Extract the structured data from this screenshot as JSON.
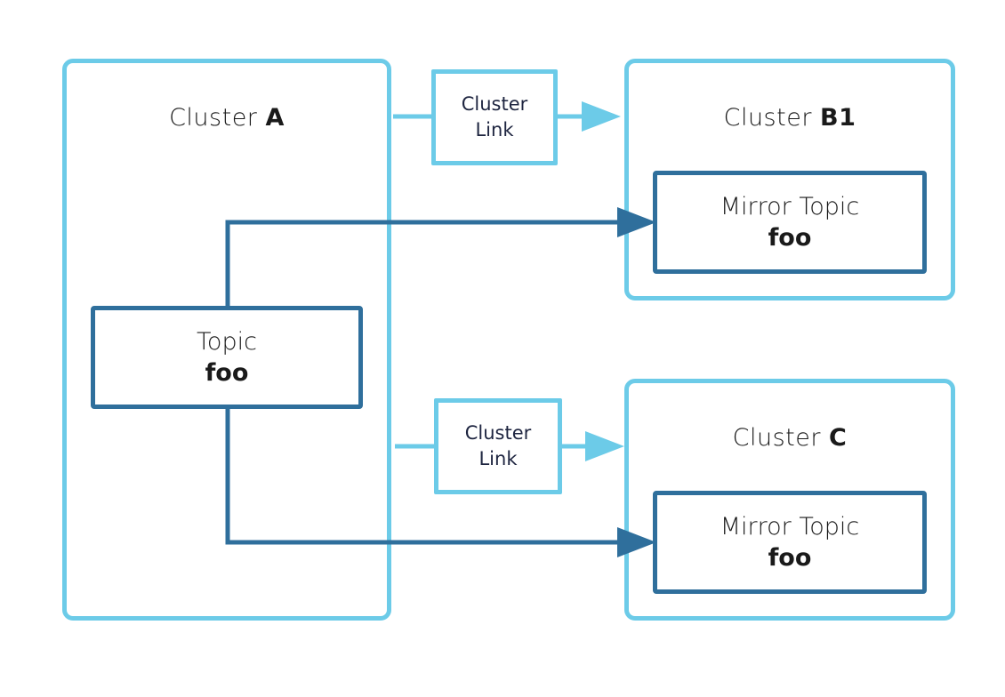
{
  "clusters": {
    "a": {
      "prefix": "Cluster",
      "name": "A"
    },
    "b1": {
      "prefix": "Cluster",
      "name": "B1"
    },
    "c": {
      "prefix": "Cluster",
      "name": "C"
    }
  },
  "links": {
    "top": {
      "line1": "Cluster",
      "line2": "Link"
    },
    "bottom": {
      "line1": "Cluster",
      "line2": "Link"
    }
  },
  "source_topic": {
    "label": "Topic",
    "name": "foo"
  },
  "mirror_topics": {
    "b1": {
      "label": "Mirror Topic",
      "name": "foo"
    },
    "c": {
      "label": "Mirror Topic",
      "name": "foo"
    }
  },
  "colors": {
    "cluster_border": "#6ccbe8",
    "topic_border": "#2f6f9c",
    "link_arrow": "#6ccbe8",
    "mirror_arrow": "#2f6f9c"
  }
}
